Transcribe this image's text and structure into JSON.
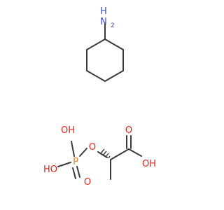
{
  "colors": {
    "bond": "#3a3a3a",
    "nitrogen": "#3a4fc2",
    "oxygen": "#e0231c",
    "phosphorus": "#e8821c",
    "background": "#ffffff"
  },
  "molecules": [
    {
      "id": "cyclohexylamine",
      "atoms": [
        {
          "id": "n1",
          "element": "N",
          "label": "H",
          "sublabel": "2",
          "color_key": "nitrogen"
        }
      ]
    },
    {
      "id": "phospholactic-acid",
      "atoms": [
        {
          "id": "o_acid",
          "element": "O",
          "label": "O",
          "color_key": "oxygen"
        },
        {
          "id": "oh_acid",
          "element": "O",
          "label": "OH",
          "color_key": "oxygen"
        },
        {
          "id": "o_ester",
          "element": "O",
          "label": "O",
          "color_key": "oxygen"
        },
        {
          "id": "p1",
          "element": "P",
          "label": "P",
          "color_key": "phosphorus"
        },
        {
          "id": "oh_p_top",
          "element": "O",
          "label": "OH",
          "color_key": "oxygen"
        },
        {
          "id": "oh_p_left",
          "element": "O",
          "label": "HO",
          "color_key": "oxygen"
        },
        {
          "id": "o_p_double",
          "element": "O",
          "label": "O",
          "color_key": "oxygen"
        }
      ]
    }
  ]
}
